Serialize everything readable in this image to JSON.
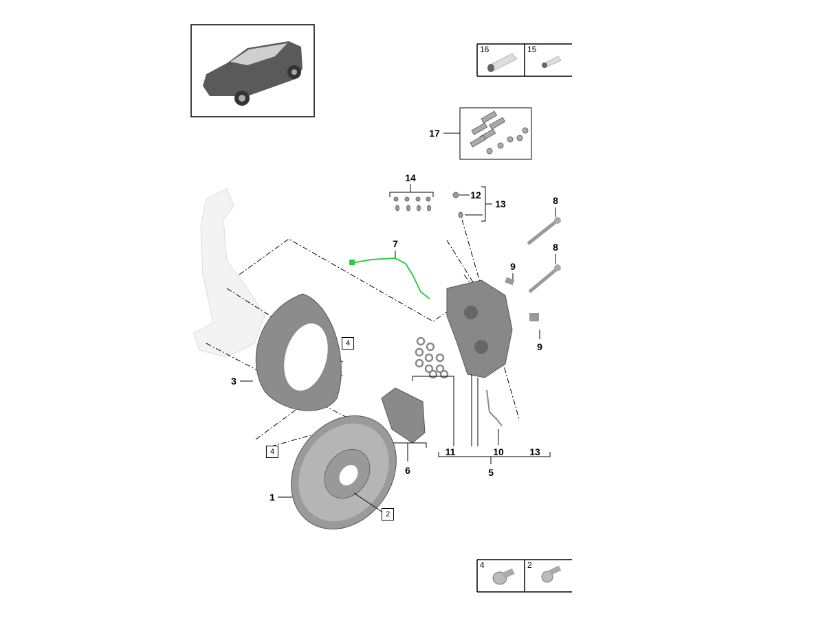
{
  "title": "Front brake assembly parts diagram",
  "accessory_boxes_top": [
    {
      "number": "16",
      "icon": "grease-tube-large"
    },
    {
      "number": "15",
      "icon": "grease-tube-small"
    }
  ],
  "accessory_boxes_bottom": [
    {
      "number": "4",
      "icon": "screw-flange"
    },
    {
      "number": "2",
      "icon": "screw-countersunk"
    }
  ],
  "callouts": {
    "c17": "17",
    "c14": "14",
    "c12": "12",
    "c13a": "13",
    "c8a": "8",
    "c8b": "8",
    "c7": "7",
    "c9a": "9",
    "c9b": "9",
    "c4a": "4",
    "c3": "3",
    "c4b": "4",
    "c11": "11",
    "c10": "10",
    "c13b": "13",
    "c5": "5",
    "c6": "6",
    "c1": "1",
    "c2": "2"
  },
  "colors": {
    "line": "#000000",
    "part": "#8a8a8a",
    "sensor_wire": "#2ecc40"
  }
}
